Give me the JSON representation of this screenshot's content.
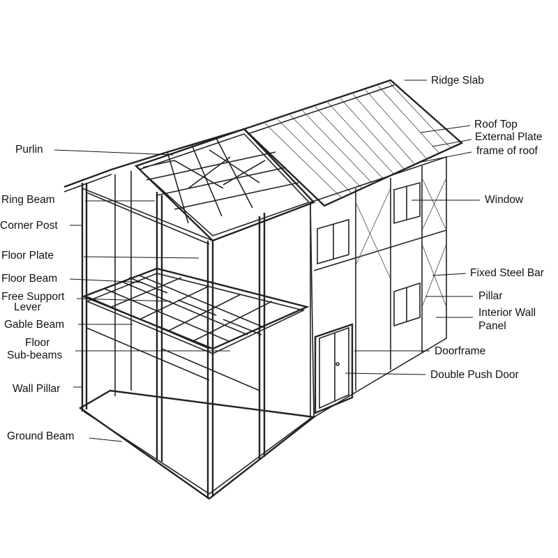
{
  "labels": {
    "ridge_slab": "Ridge Slab",
    "roof_top": "Roof Top",
    "external_plate": "External Plate",
    "frame_of_roof": "frame of roof",
    "purlin": "Purlin",
    "ring_beam": "Ring Beam",
    "corner_post": "Corner Post",
    "window": "Window",
    "floor_plate": "Floor Plate",
    "floor_beam": "Floor Beam",
    "fixed_steel_bar": "Fixed Steel Bar",
    "pillar": "Pillar",
    "free_support": "Free Support",
    "lever": "Lever",
    "interior_wall": "Interior Wall",
    "panel": "Panel",
    "gable_beam": "Gable Beam",
    "floor": "Floor",
    "sub_beams": "Sub-beams",
    "doorframe": "Doorframe",
    "double_push_door": "Double Push Door",
    "wall_pillar": "Wall Pillar",
    "ground_beam": "Ground Beam"
  },
  "colors": {
    "line": "#111111",
    "background": "#ffffff"
  }
}
